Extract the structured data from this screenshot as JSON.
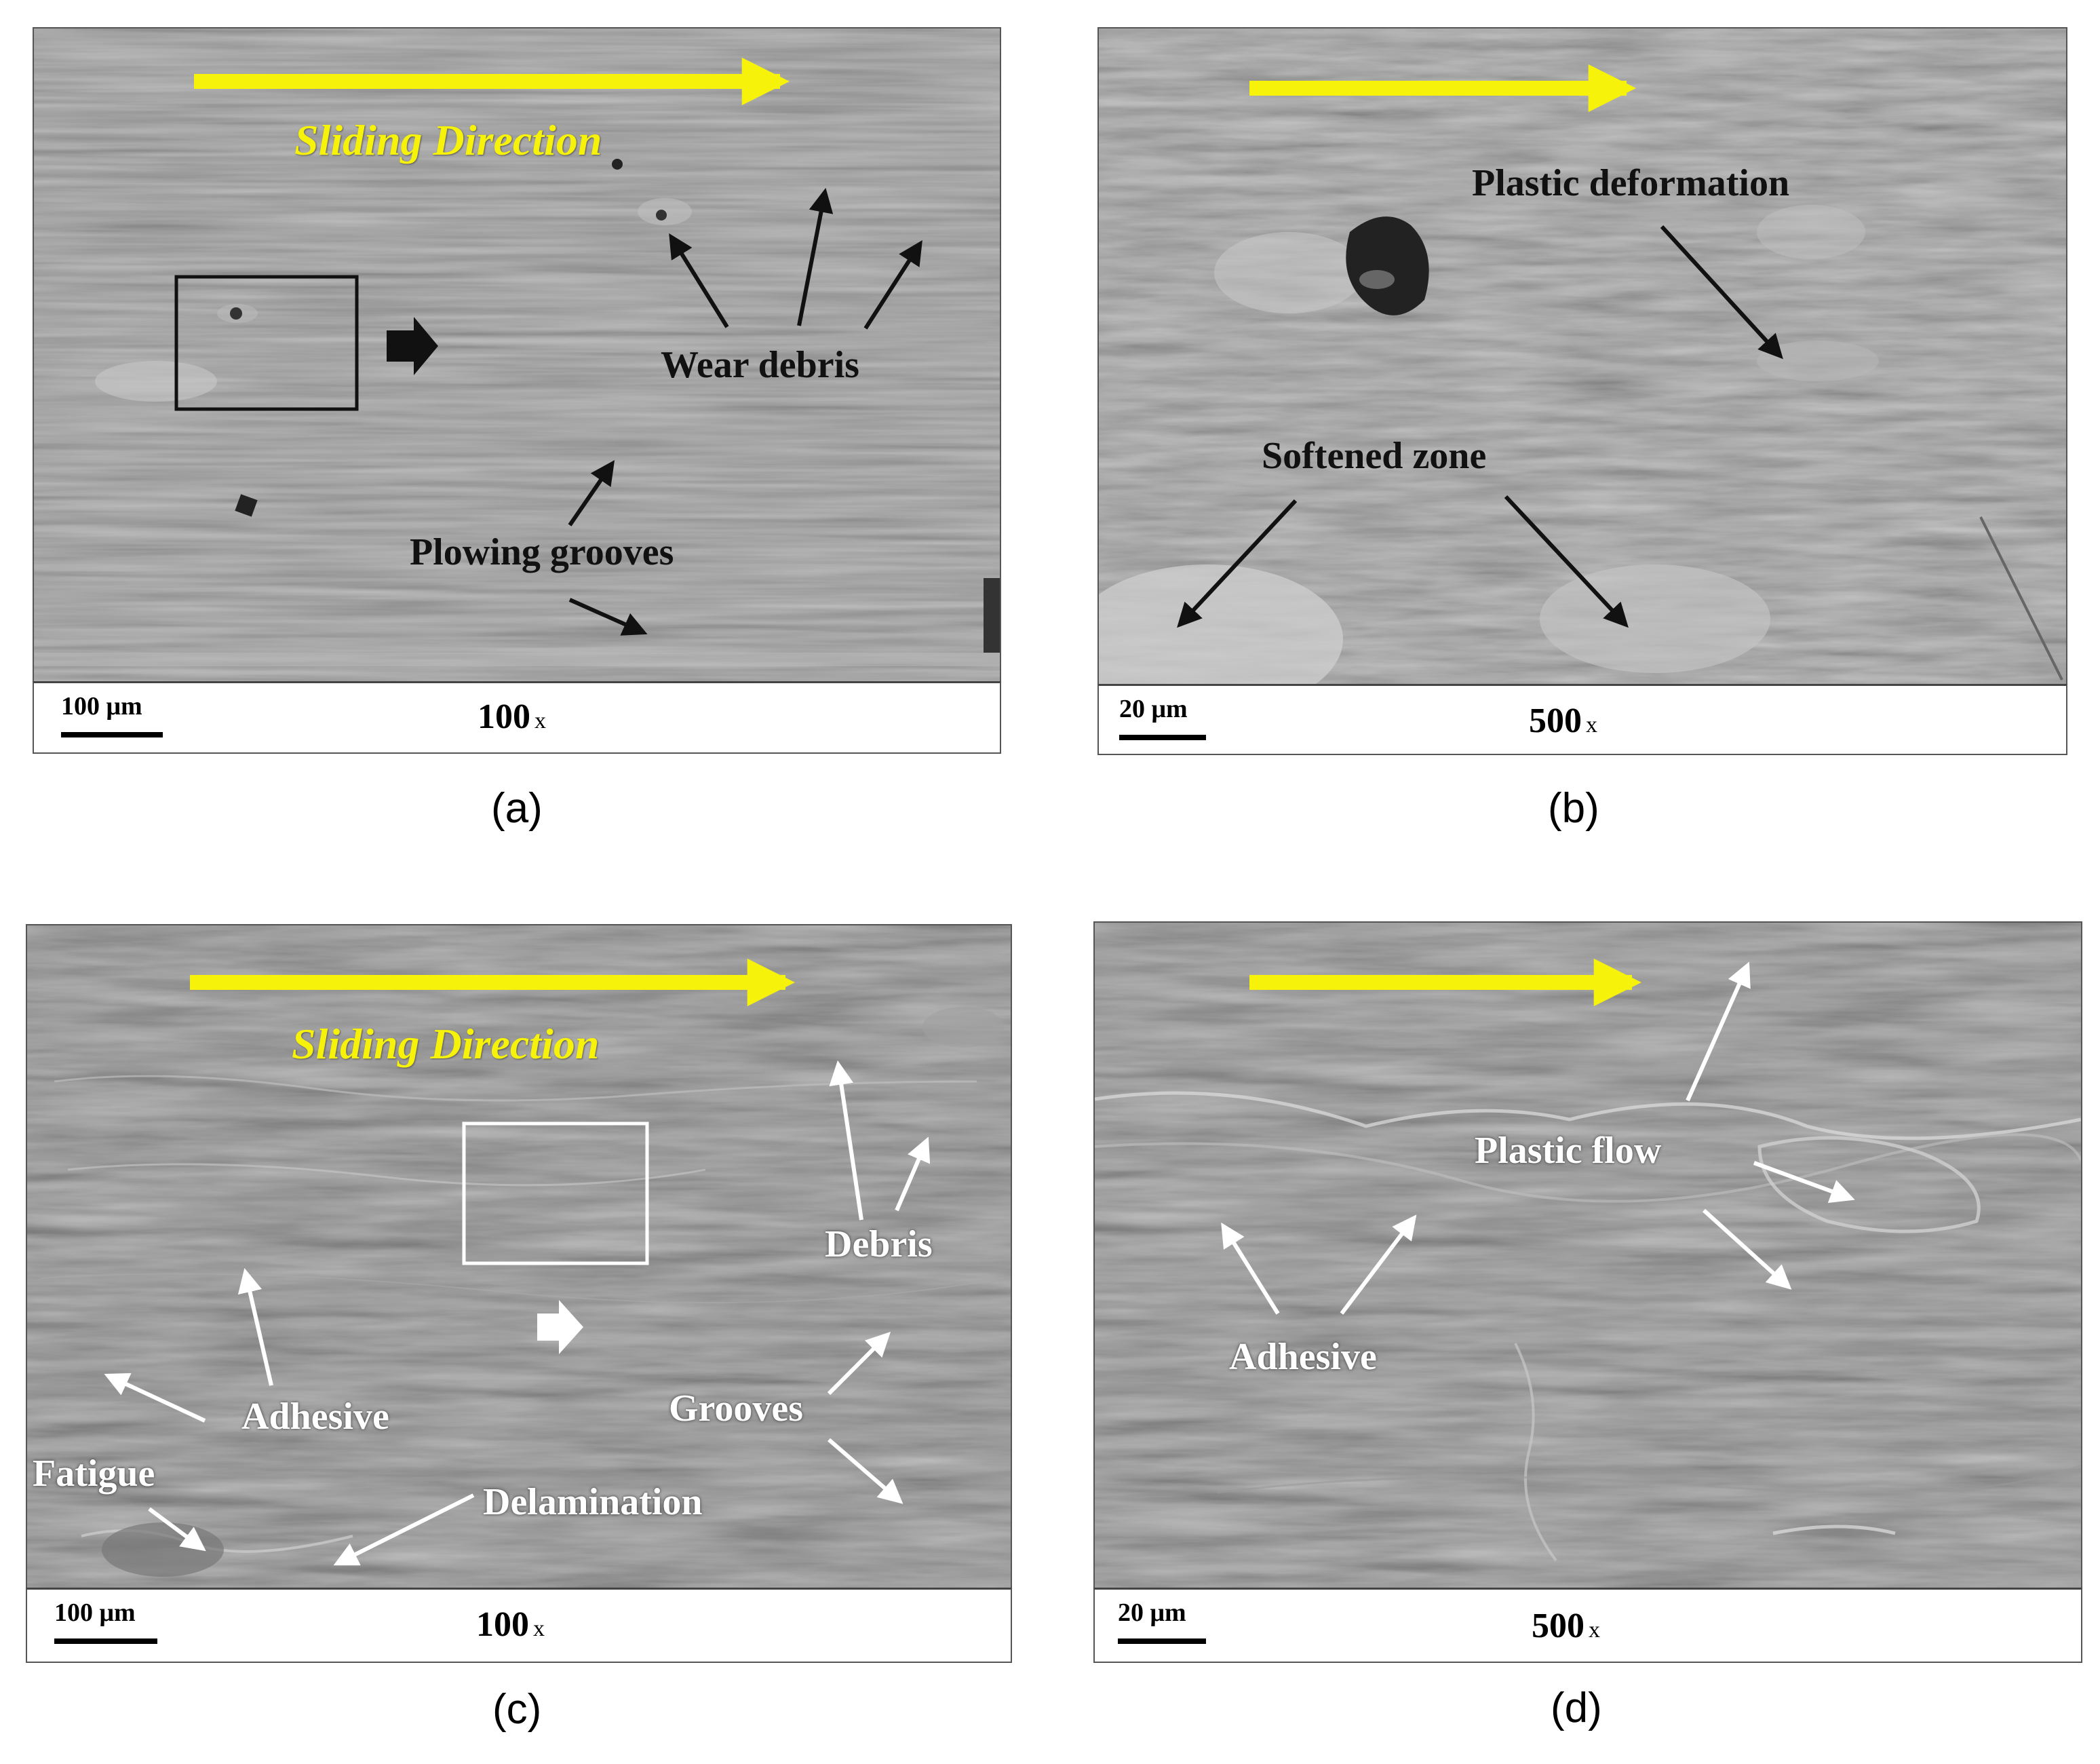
{
  "panels": {
    "a": {
      "caption": "(a)",
      "scale_label": "100 μm",
      "magnification": "100",
      "magnification_unit": "x",
      "labels": {
        "sliding": "Sliding Direction",
        "wear_debris": "Wear debris",
        "plowing": "Plowing grooves"
      }
    },
    "b": {
      "caption": "(b)",
      "scale_label": "20 μm",
      "magnification": "500",
      "magnification_unit": "x",
      "labels": {
        "plastic_deformation": "Plastic deformation",
        "softened_zone": "Softened zone"
      }
    },
    "c": {
      "caption": "(c)",
      "scale_label": "100 μm",
      "magnification": "100",
      "magnification_unit": "x",
      "labels": {
        "sliding": "Sliding Direction",
        "debris": "Debris",
        "grooves": "Grooves",
        "adhesive": "Adhesive",
        "fatigue": "Fatigue",
        "delamination": "Delamination"
      }
    },
    "d": {
      "caption": "(d)",
      "scale_label": "20 μm",
      "magnification": "500",
      "magnification_unit": "x",
      "labels": {
        "plastic_flow": "Plastic flow",
        "adhesive": "Adhesive"
      }
    }
  },
  "colors": {
    "sliding_arrow": "#f7f20a",
    "top_row_surface": "#8a8a8a",
    "bottom_row_surface": "#5a5a5a"
  }
}
